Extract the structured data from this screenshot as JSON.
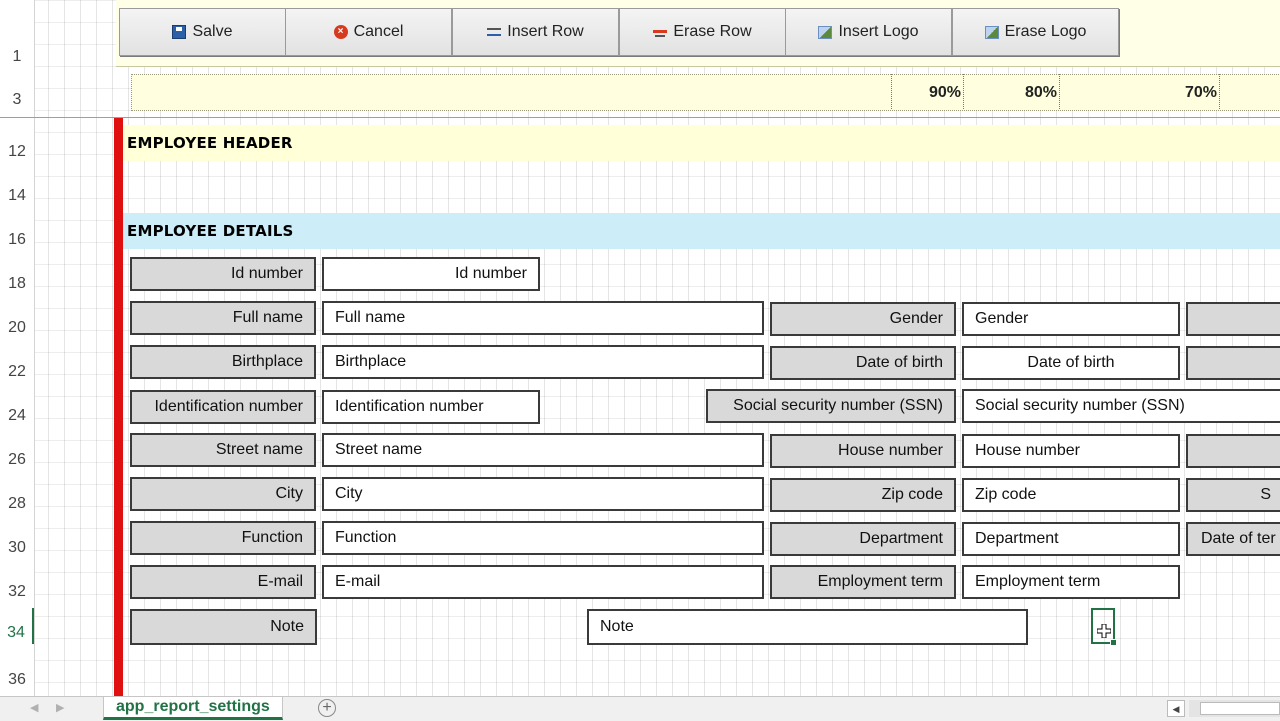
{
  "toolbar": {
    "save_label": "Salve",
    "cancel_label": "Cancel",
    "insert_row_label": "Insert Row",
    "erase_row_label": "Erase Row",
    "insert_logo_label": "Insert Logo",
    "erase_logo_label": "Erase Logo"
  },
  "row_numbers": [
    "1",
    "3",
    "12",
    "14",
    "16",
    "18",
    "20",
    "22",
    "24",
    "26",
    "28",
    "30",
    "32",
    "34",
    "36"
  ],
  "percentages": [
    "90%",
    "80%",
    "70%"
  ],
  "sections": {
    "employee_header": "EMPLOYEE HEADER",
    "employee_details": "EMPLOYEE DETAILS"
  },
  "fields": {
    "id_number": {
      "label": "Id number",
      "value": "Id number"
    },
    "full_name": {
      "label": "Full name",
      "value": "Full name"
    },
    "gender": {
      "label": "Gender",
      "value": "Gender"
    },
    "birthplace": {
      "label": "Birthplace",
      "value": "Birthplace"
    },
    "date_of_birth": {
      "label": "Date of birth",
      "value": "Date of birth"
    },
    "identification_number": {
      "label": "Identification number",
      "value": "Identification number"
    },
    "ssn": {
      "label": "Social security number (SSN)",
      "value": "Social security number (SSN)"
    },
    "street_name": {
      "label": "Street name",
      "value": "Street name"
    },
    "house_number": {
      "label": "House number",
      "value": "House number"
    },
    "city": {
      "label": "City",
      "value": "City"
    },
    "zip_code": {
      "label": "Zip code",
      "value": "Zip code"
    },
    "function": {
      "label": "Function",
      "value": "Function"
    },
    "department": {
      "label": "Department",
      "value": "Department"
    },
    "email": {
      "label": "E-mail",
      "value": "E-mail"
    },
    "employment_term": {
      "label": "Employment term",
      "value": "Employment term"
    },
    "note": {
      "label": "Note",
      "value": "Note"
    }
  },
  "partial_labels": {
    "row28": "S",
    "row30": "Date of ter"
  },
  "sheet_tabs": {
    "active": "app_report_settings",
    "add_symbol": "+"
  },
  "colors": {
    "accent_green": "#217346",
    "red_bar": "#e01010",
    "header_yellow": "#ffffd8",
    "details_blue": "#cdeef8",
    "label_gray": "#d9d9d9"
  }
}
